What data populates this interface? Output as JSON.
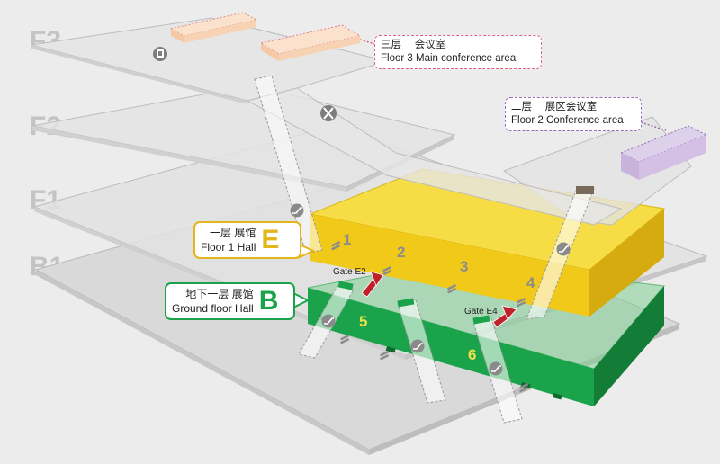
{
  "floors": {
    "f3": "F3",
    "f2": "F2",
    "f1": "F1",
    "b1": "B1"
  },
  "halls": [
    "1",
    "2",
    "3",
    "4",
    "5",
    "6"
  ],
  "gates": {
    "e2": "Gate E2",
    "e4": "Gate E4"
  },
  "callouts": {
    "f3": {
      "cn": "三层　 会议室",
      "en": "Floor 3  Main conference area"
    },
    "f2": {
      "cn": "二层　 展区会议室",
      "en": "Floor 2  Conference area"
    },
    "f1": {
      "cn": "一层  展馆",
      "en": "Floor 1 Hall",
      "letter": "E"
    },
    "b1": {
      "cn": "地下一层  展馆",
      "en": "Ground floor Hall",
      "letter": "B"
    }
  },
  "colors": {
    "background": "#ececec",
    "floor_plate": "#d6d6d6",
    "hall_e_yellow": "#f3cf1a",
    "hall_b_green": "#1aa34a",
    "f3_accent": "#e0607a",
    "f2_accent": "#9a6fb5",
    "e_accent": "#e3b61b",
    "b_accent": "#1aa34a",
    "gate_arrow": "#c0202a"
  },
  "icons": {
    "elevator": "elevator-icon",
    "escalator": "escalator-icon",
    "restaurant": "restaurant-icon"
  }
}
